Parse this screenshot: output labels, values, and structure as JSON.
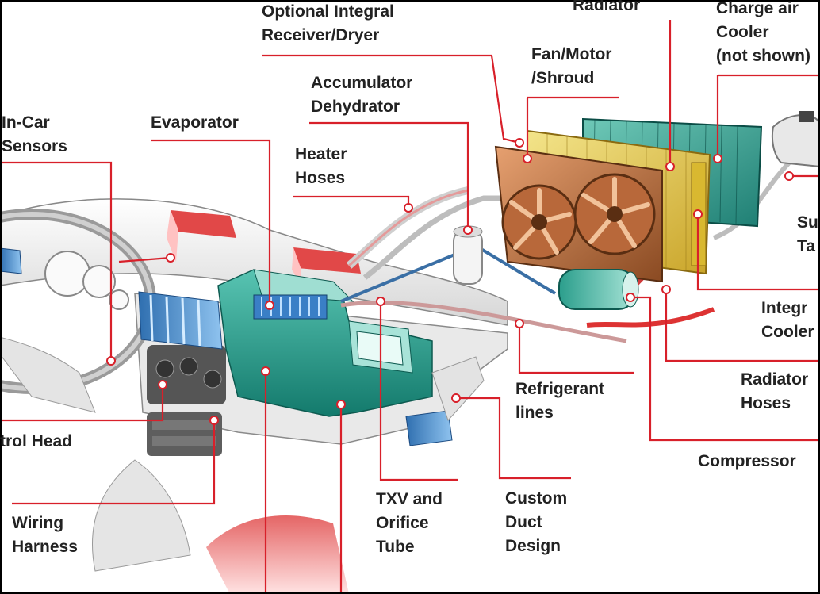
{
  "colors": {
    "leader_line": "#d8202a",
    "evaporator": "#1f9e8c",
    "radiator": "#e2c84a",
    "fan_shroud": "#b8683a",
    "vent": "#4a8fc9",
    "dash": "#eeeeee",
    "text": "#222222"
  },
  "labels": {
    "receiver_dryer": [
      "Optional Integral",
      "Receiver/Dryer"
    ],
    "radiator": [
      "Radiator"
    ],
    "charge_air_cooler": [
      "Charge air",
      "Cooler",
      "(not shown)"
    ],
    "fan_motor_shroud": [
      "Fan/Motor",
      "/Shroud"
    ],
    "accumulator_dehydrator": [
      "Accumulator",
      "Dehydrator"
    ],
    "in_car_sensors": [
      "In-Car",
      "Sensors"
    ],
    "evaporator": [
      "Evaporator"
    ],
    "heater_hoses": [
      "Heater",
      "Hoses"
    ],
    "surge_tank": [
      "Su",
      "Ta"
    ],
    "integral_cooler": [
      "Integr",
      "Cooler"
    ],
    "radiator_hoses": [
      "Radiator",
      "Hoses"
    ],
    "refrigerant_lines": [
      "Refrigerant",
      "lines"
    ],
    "control_head": [
      "trol Head"
    ],
    "compressor": [
      "Compressor"
    ],
    "wiring_harness": [
      "Wiring",
      "Harness"
    ],
    "txv_orifice_tube": [
      "TXV and",
      "Orifice",
      "Tube"
    ],
    "custom_duct_design": [
      "Custom",
      "Duct",
      "Design"
    ]
  }
}
